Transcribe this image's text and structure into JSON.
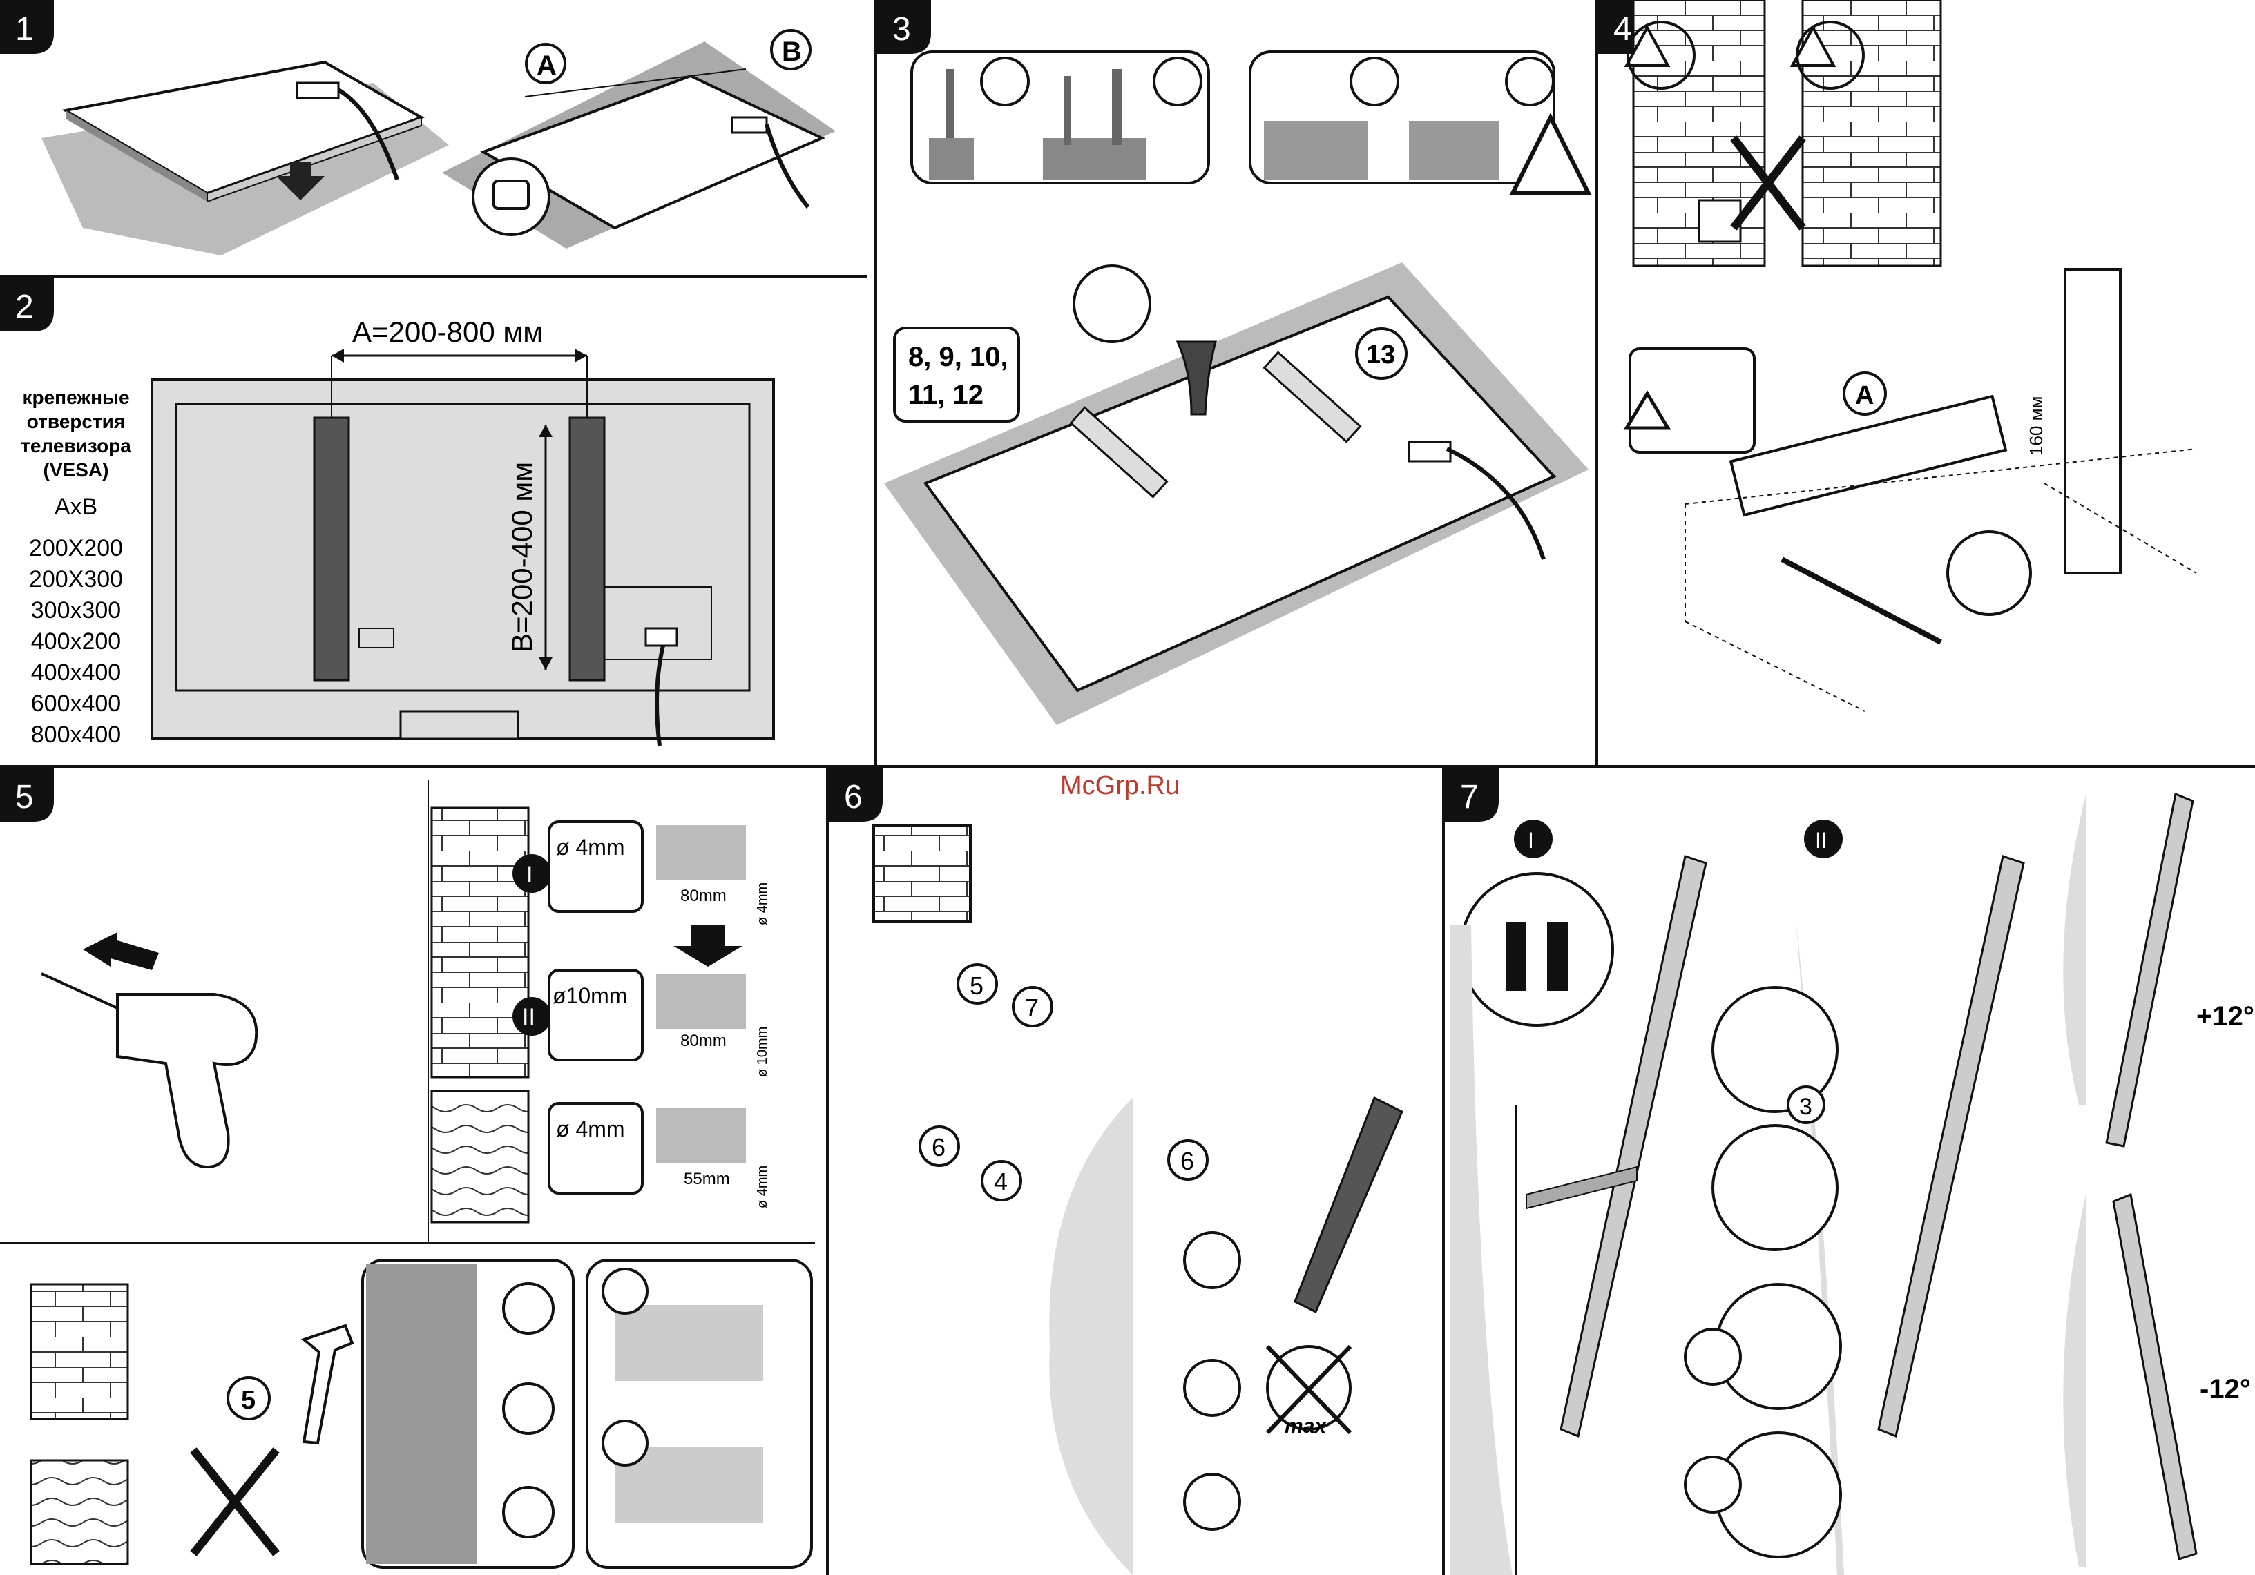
{
  "watermark": "McGrp.Ru",
  "panels": {
    "p1": {
      "number": "1",
      "label_a": "A",
      "label_b": "B"
    },
    "p2": {
      "number": "2",
      "dim_a": "A=200-800 мм",
      "dim_b": "B=200-400 мм",
      "vesa_title": [
        "крепежные",
        "отверстия",
        "телевизора",
        "(VESA)"
      ],
      "vesa_axb": "AxB",
      "vesa_sizes": [
        "200X200",
        "200X300",
        "300x300",
        "400x200",
        "400x400",
        "600x400",
        "800x400"
      ]
    },
    "p3": {
      "number": "3",
      "screws_label": [
        "8, 9, 10,",
        "11, 12"
      ],
      "callout_13": "13"
    },
    "p4": {
      "number": "4",
      "label_a": "A",
      "dim_160": "160 мм"
    },
    "p5": {
      "number": "5",
      "step_I": "I",
      "step_II": "II",
      "drill1": "ø 4mm",
      "drill2": "ø10mm",
      "drill3": "ø 4mm",
      "depth1": "80mm",
      "depth2": "80mm",
      "depth3": "55mm",
      "dia1": "ø 4mm",
      "dia2": "ø 10mm",
      "dia3": "ø 4mm",
      "anchor_callout": "5"
    },
    "p6": {
      "number": "6",
      "c5": "5",
      "c6": "6",
      "c7": "7",
      "c4": "4",
      "c6b": "6",
      "max_label": "max"
    },
    "p7": {
      "number": "7",
      "step_I": "I",
      "step_II": "II",
      "c3": "3",
      "tilt_up": "+12°",
      "tilt_down": "-12°"
    }
  }
}
